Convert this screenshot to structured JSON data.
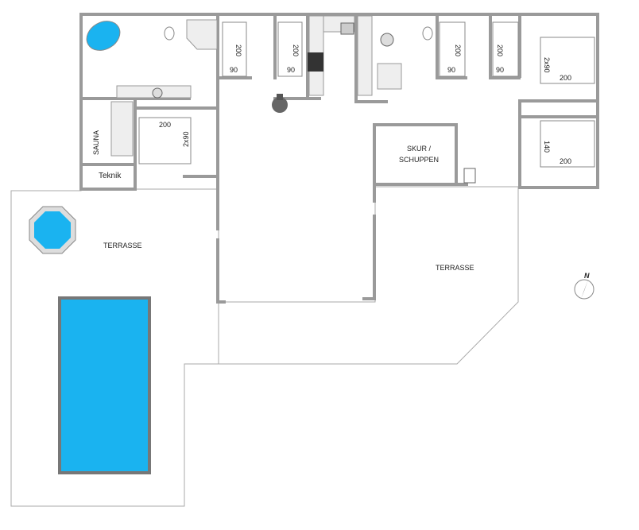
{
  "plan": {
    "rooms": {
      "sauna": "SAUNA",
      "technik": "Teknik",
      "terrace_left": "TERRASSE",
      "terrace_right": "TERRASSE",
      "shed_line1": "SKUR /",
      "shed_line2": "SCHUPPEN"
    },
    "beds": [
      {
        "length": "200",
        "width": "90"
      },
      {
        "length": "200",
        "width": "90"
      },
      {
        "length": "200",
        "width": "90"
      },
      {
        "length": "200",
        "width": "90"
      },
      {
        "length": "200",
        "width": "2x90"
      },
      {
        "length": "200",
        "width": "140"
      },
      {
        "length": "200",
        "width": "2x90"
      }
    ],
    "compass": "N",
    "colors": {
      "water": "#1ab3f0",
      "wall": "#9a9a9a"
    }
  }
}
